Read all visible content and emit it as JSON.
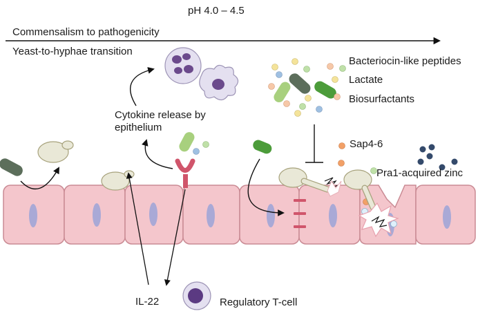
{
  "labels": {
    "ph": "pH 4.0 – 4.5",
    "commensalism": "Commensalism to pathogenicity",
    "transition": "Yeast-to-hyphae transition",
    "bacteriocin": "Bacteriocin-like peptides",
    "lactate": "Lactate",
    "biosurfactants": "Biosurfactants",
    "cytokine": "Cytokine release by epithelium",
    "sap": "Sap4-6",
    "pra1": "Pra1-acquired zinc",
    "il22": "IL-22",
    "treg": "Regulatory T-cell"
  },
  "colors": {
    "epithelium_fill": "#f4c6cc",
    "epithelium_stroke": "#c98a93",
    "nucleus": "#a9a9d6",
    "yeast_fill": "#e9e8d7",
    "yeast_stroke": "#a7a27c",
    "bacteria_dark": "#5c6e5b",
    "bacteria_light": "#8fc46a",
    "bacteria_green": "#4c9c3a",
    "receptor": "#d0556b",
    "neutrophil": "#6b4a8c",
    "treg_nucleus": "#5b3a82",
    "dots_orange": "#f2a067",
    "dots_navy": "#344a6b"
  }
}
